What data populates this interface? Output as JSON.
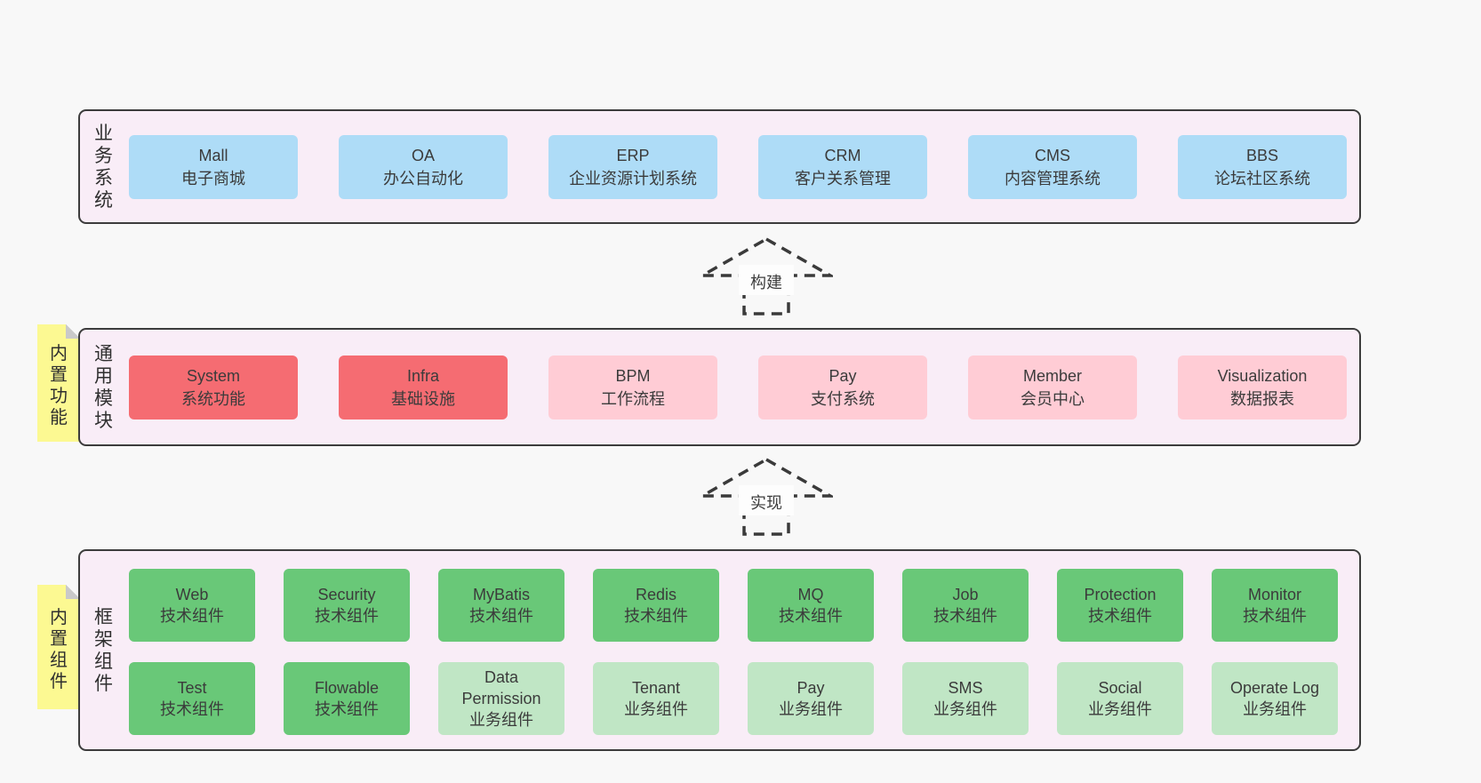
{
  "palette": {
    "page_background": "#f8f8f8",
    "layer_background": "#f9edf7",
    "layer_border": "#3c3c3c",
    "business_box": "#aedcf7",
    "core_module_box": "#f56c72",
    "optional_module_box": "#ffccd5",
    "tech_component_box": "#69c878",
    "biz_component_box": "#c0e6c5",
    "sticky_tag": "#fcf992",
    "text": "#3b3b3b"
  },
  "arrows": {
    "build": "构建",
    "implement": "实现"
  },
  "layers": {
    "business": {
      "label": "业务系统",
      "items": [
        {
          "title": "Mall",
          "subtitle": "电子商城"
        },
        {
          "title": "OA",
          "subtitle": "办公自动化"
        },
        {
          "title": "ERP",
          "subtitle": "企业资源计划系统"
        },
        {
          "title": "CRM",
          "subtitle": "客户关系管理"
        },
        {
          "title": "CMS",
          "subtitle": "内容管理系统"
        },
        {
          "title": "BBS",
          "subtitle": "论坛社区系统"
        }
      ]
    },
    "modules": {
      "tag": "内置功能",
      "label": "通用模块",
      "items": [
        {
          "title": "System",
          "subtitle": "系统功能"
        },
        {
          "title": "Infra",
          "subtitle": "基础设施"
        },
        {
          "title": "BPM",
          "subtitle": "工作流程"
        },
        {
          "title": "Pay",
          "subtitle": "支付系统"
        },
        {
          "title": "Member",
          "subtitle": "会员中心"
        },
        {
          "title": "Visualization",
          "subtitle": "数据报表"
        }
      ]
    },
    "framework": {
      "tag": "内置组件",
      "label": "框架组件",
      "row1": [
        {
          "title": "Web",
          "subtitle": "技术组件"
        },
        {
          "title": "Security",
          "subtitle": "技术组件"
        },
        {
          "title": "MyBatis",
          "subtitle": "技术组件"
        },
        {
          "title": "Redis",
          "subtitle": "技术组件"
        },
        {
          "title": "MQ",
          "subtitle": "技术组件"
        },
        {
          "title": "Job",
          "subtitle": "技术组件"
        },
        {
          "title": "Protection",
          "subtitle": "技术组件"
        },
        {
          "title": "Monitor",
          "subtitle": "技术组件"
        }
      ],
      "row2": [
        {
          "title": "Test",
          "subtitle": "技术组件"
        },
        {
          "title": "Flowable",
          "subtitle": "技术组件"
        },
        {
          "title": "Data Permission",
          "subtitle": "业务组件"
        },
        {
          "title": "Tenant",
          "subtitle": "业务组件"
        },
        {
          "title": "Pay",
          "subtitle": "业务组件"
        },
        {
          "title": "SMS",
          "subtitle": "业务组件"
        },
        {
          "title": "Social",
          "subtitle": "业务组件"
        },
        {
          "title": "Operate Log",
          "subtitle": "业务组件"
        }
      ]
    }
  }
}
